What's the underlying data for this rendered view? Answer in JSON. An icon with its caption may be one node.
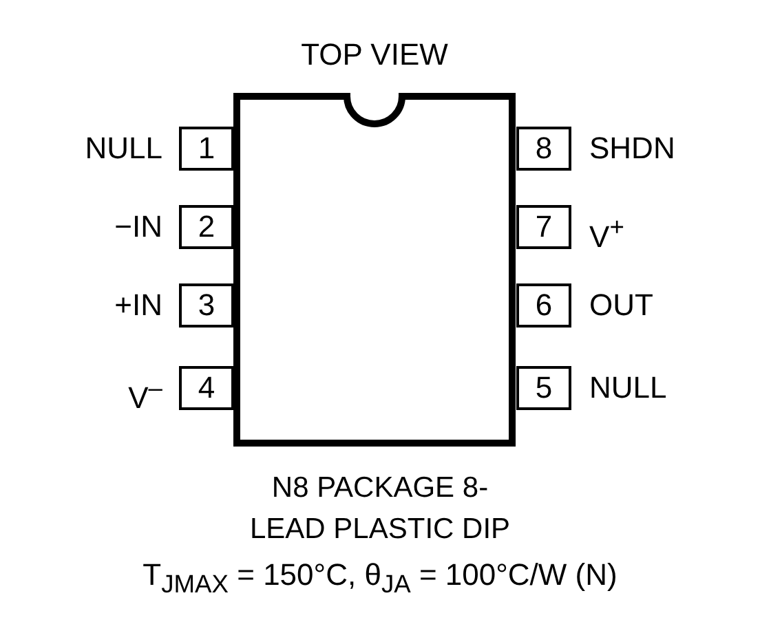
{
  "diagram": {
    "title": "TOP VIEW",
    "caption": "N8 PACKAGE 8-LEAD PLASTIC DIP",
    "nodes": [
      {
        "text": [
          "1"
        ],
        "beside": [
          "NULL"
        ]
      },
      {
        "text": [
          "2"
        ],
        "beside": [
          "−IN"
        ]
      },
      {
        "text": [
          "3"
        ],
        "beside": [
          "+IN"
        ]
      },
      {
        "text": [
          "4"
        ],
        "beside": [
          "V$^{–}$"
        ]
      },
      {
        "text": [
          "5"
        ],
        "beside": [
          "NULL"
        ]
      },
      {
        "text": [
          "6"
        ],
        "beside": [
          "OUT"
        ]
      },
      {
        "text": [
          "7"
        ],
        "beside": [
          "V$^{+}$"
        ]
      },
      {
        "text": [
          "8"
        ],
        "beside": [
          "SHDN"
        ]
      }
    ],
    "labels": [
      "T$_{JMAX}$ = 150°C, θ$_{JA}$ = 100°C/W (N)"
    ]
  }
}
